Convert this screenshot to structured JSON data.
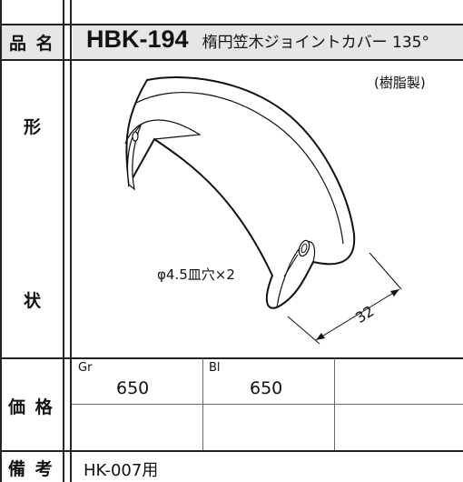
{
  "labels": {
    "name": "品 名",
    "shape_1": "形",
    "shape_2": "状",
    "price": "価 格",
    "remarks": "備 考"
  },
  "product": {
    "code": "HBK-194",
    "name": "楕円笠木ジョイントカバー 135°"
  },
  "shape": {
    "material": "(樹脂製)",
    "hole_note": "φ4.5皿穴×2",
    "dimension": "32"
  },
  "prices": [
    {
      "color": "Gr",
      "value": "650"
    },
    {
      "color": "Bl",
      "value": "650"
    }
  ],
  "remarks": "HK-007用"
}
